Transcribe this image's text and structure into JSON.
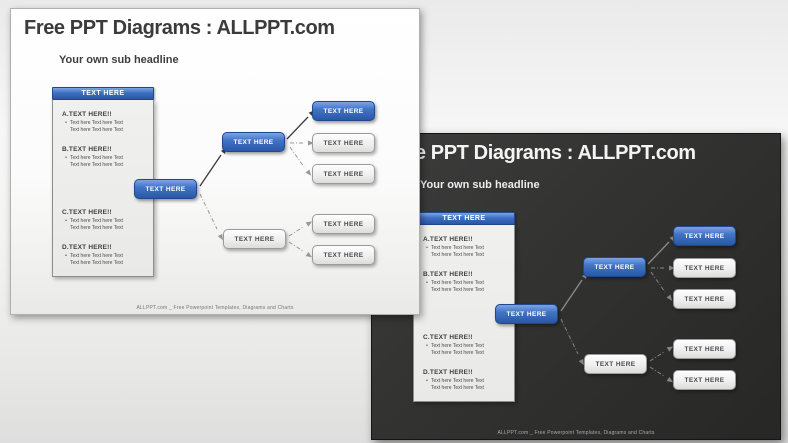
{
  "colors": {
    "accent_blue": "#3e6fc2",
    "light_slide_bg": "#fbfbfb",
    "dark_slide_bg": "#2e2e2d",
    "page_bg": "#efefee"
  },
  "slide": {
    "title": "Free PPT Diagrams : ALLPPT.com",
    "subtitle": "Your own sub headline",
    "footer": "ALLPPT.com _ Free Powerpoint Templates, Diagrams and Charts",
    "panel": {
      "header": "TEXT HERE",
      "sections": [
        {
          "label": "A.TEXT HERE!!",
          "bullet_glyph": "•",
          "lines": [
            "Text here Text here Text",
            "Text here Text here Text"
          ]
        },
        {
          "label": "B.TEXT HERE!!",
          "bullet_glyph": "•",
          "lines": [
            "Text here Text here Text",
            "Text here Text here Text"
          ]
        },
        {
          "label": "C.TEXT HERE!!",
          "bullet_glyph": "•",
          "lines": [
            "Text here Text here Text",
            "Text here Text here Text"
          ]
        },
        {
          "label": "D.TEXT HERE!!",
          "bullet_glyph": "•",
          "lines": [
            "Text here Text here Text",
            "Text here Text here Text"
          ]
        }
      ]
    },
    "nodes": {
      "root": "TEXT HERE",
      "branch_top": "TEXT HERE",
      "branch_bottom": "TEXT HERE",
      "leaf_1": "TEXT HERE",
      "leaf_2": "TEXT HERE",
      "leaf_3": "TEXT HERE",
      "leaf_4": "TEXT HERE",
      "leaf_5": "TEXT HERE"
    }
  }
}
